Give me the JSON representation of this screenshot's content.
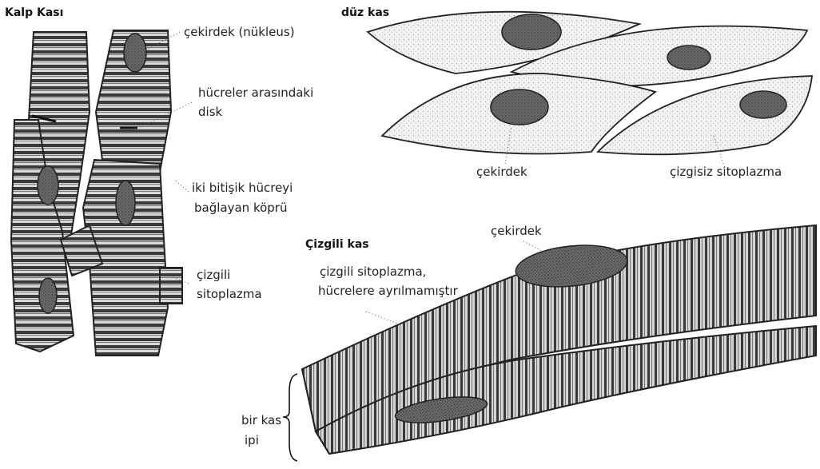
{
  "cardiac": {
    "title": "Kalp Kası",
    "labels": {
      "nucleus": "çekirdek (nükleus)",
      "disk_line1": "hücreler arasındaki",
      "disk_line2": "disk",
      "bridge_line1": "iki bitişik hücreyi",
      "bridge_line2": "bağlayan köprü",
      "striated_line1": "çizgili",
      "striated_line2": "sitoplazma"
    }
  },
  "smooth": {
    "title": "düz kas",
    "labels": {
      "nucleus": "çekirdek",
      "cytoplasm": "çizgisiz sitoplazma"
    }
  },
  "skeletal": {
    "title": "Çizgili kas",
    "labels": {
      "nucleus": "çekirdek",
      "cytoplasm_line1": "çizgili sitoplazma,",
      "cytoplasm_line2": "hücrelere ayrılmamıştır",
      "fiber_line1": "bir kas",
      "fiber_line2": "ipi"
    }
  },
  "colors": {
    "ink": "#222222",
    "stripe_dark": "#3a3a3a",
    "stripe_light": "#d9d9d9",
    "nucleus_fill": "#555555",
    "smooth_fill": "#f1f1f1"
  }
}
